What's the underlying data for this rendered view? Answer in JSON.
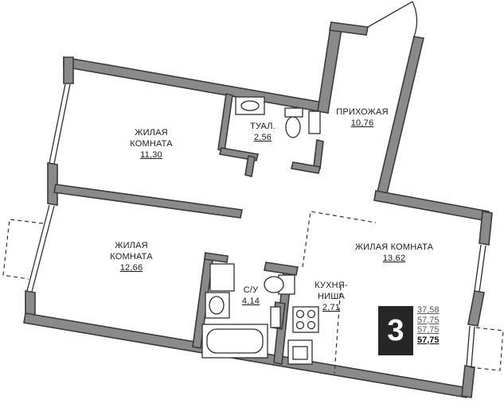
{
  "rooms": [
    {
      "id": "living-1",
      "name_lines": [
        "ЖИЛАЯ",
        "КОМНАТА"
      ],
      "area": "11,30"
    },
    {
      "id": "toilet",
      "name_lines": [
        "ТУАЛ."
      ],
      "area": "2,56"
    },
    {
      "id": "hallway",
      "name_lines": [
        "ПРИХОЖАЯ"
      ],
      "area": "10,76"
    },
    {
      "id": "living-2",
      "name_lines": [
        "ЖИЛАЯ",
        "КОМНАТА"
      ],
      "area": "12,66"
    },
    {
      "id": "bathroom",
      "name_lines": [
        "С/У"
      ],
      "area": "4,14"
    },
    {
      "id": "kitchen",
      "name_lines": [
        "КУХНЯ-",
        "НИША"
      ],
      "area": "2,71"
    },
    {
      "id": "living-3",
      "name_lines": [
        "ЖИЛАЯ КОМНАТА"
      ],
      "area": "13,62"
    }
  ],
  "summary": {
    "rooms_count": "3",
    "areas": [
      "37,58",
      "57,75",
      "57,75"
    ],
    "total": "57,75"
  },
  "colors": {
    "wall_fill": "#8a8a8a",
    "wall_stroke": "#3a3a3a",
    "badge_bg": "#262626"
  }
}
